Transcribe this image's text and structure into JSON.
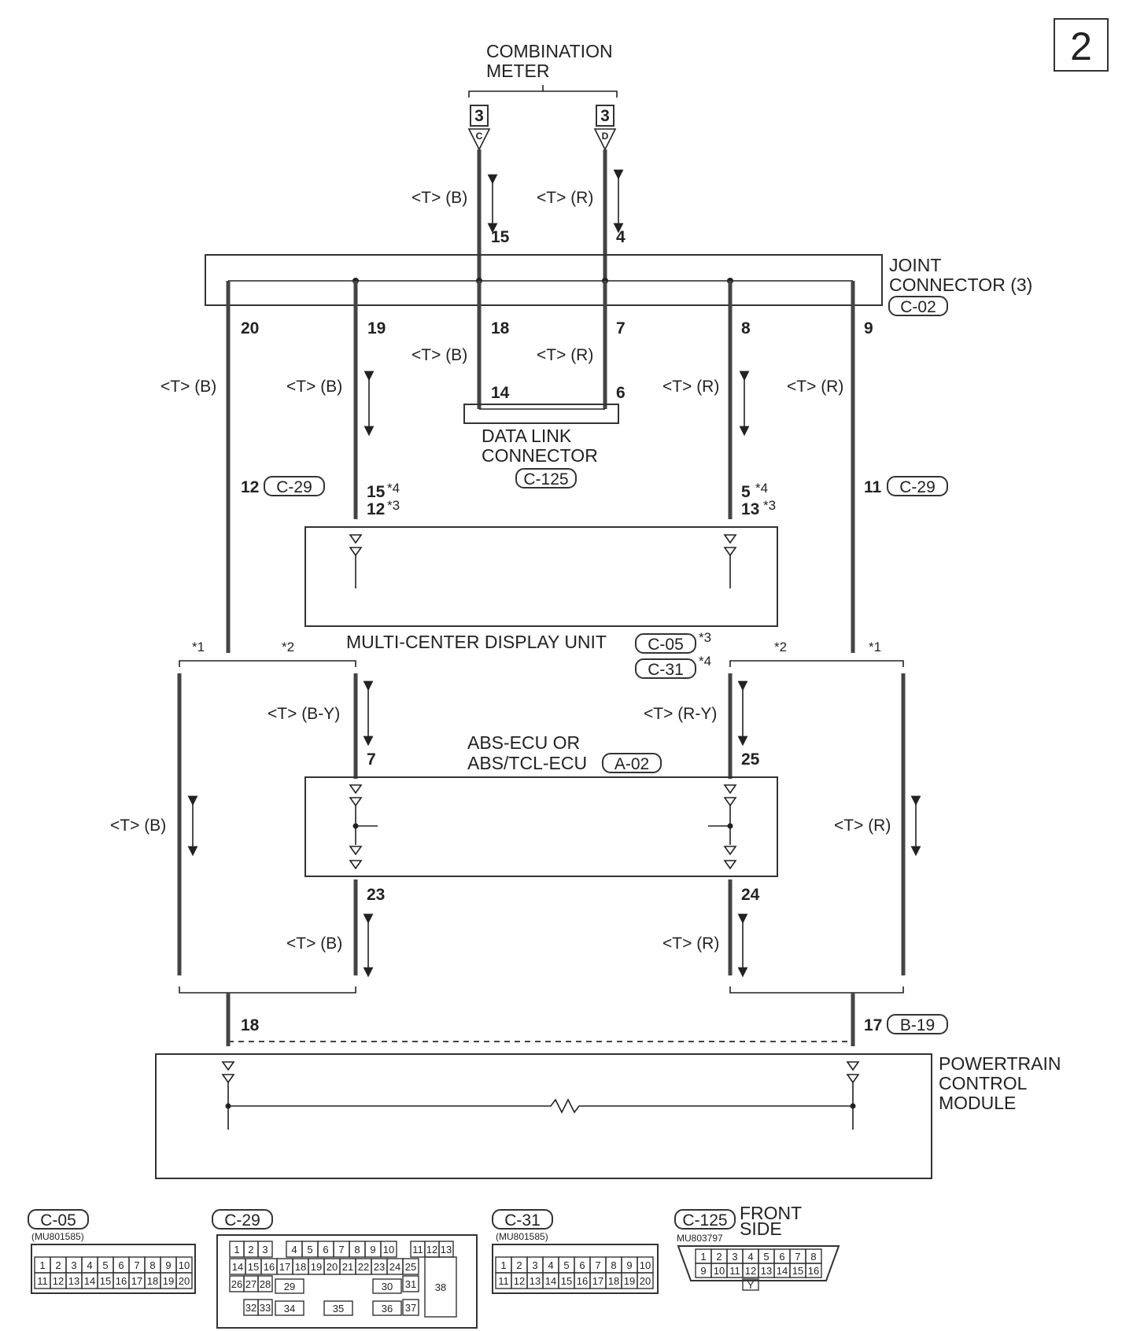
{
  "page_tag": "2",
  "components": {
    "combination_meter": [
      "COMBINATION",
      "METER"
    ],
    "joint_connector": [
      "JOINT",
      "CONNECTOR (3)"
    ],
    "joint_connector_code": "C-02",
    "data_link_connector": [
      "DATA LINK",
      "CONNECTOR"
    ],
    "data_link_connector_code": "C-125",
    "multi_center_display": "MULTI-CENTER DISPLAY UNIT",
    "mcd_code_1": "C-05",
    "mcd_code_2": "C-31",
    "abs_ecu": [
      "ABS-ECU OR",
      "ABS/TCL-ECU"
    ],
    "abs_code": "A-02",
    "pcm": [
      "POWERTRAIN",
      "CONTROL",
      "MODULE"
    ]
  },
  "meter_terminals": {
    "left_num": "3",
    "left_letter": "C",
    "right_num": "3",
    "right_letter": "D"
  },
  "pins": {
    "p15": "15",
    "p4": "4",
    "p20": "20",
    "p19": "19",
    "p18": "18",
    "p7": "7",
    "p8": "8",
    "p9": "9",
    "p14": "14",
    "p6": "6",
    "p12": "12",
    "p11": "11",
    "p15b": "15",
    "p12b": "12",
    "p5": "5",
    "p13": "13",
    "abs7": "7",
    "abs25": "25",
    "abs23": "23",
    "abs24": "24",
    "pcm18": "18",
    "pcm17": "17"
  },
  "connector_codes": {
    "c29_left": "C-29",
    "c29_right": "C-29",
    "b19": "B-19"
  },
  "stars": {
    "s1": "*1",
    "s2": "*2",
    "s3": "*3",
    "s4": "*4"
  },
  "wire_colors": {
    "tb": "<T> (B)",
    "tr": "<T> (R)",
    "tby": "<T> (B-Y)",
    "try": "<T> (R-Y)"
  },
  "connector_views": {
    "c05": {
      "code": "C-05",
      "part": "(MU801585)",
      "row1": [
        "1",
        "2",
        "3",
        "4",
        "5",
        "6",
        "7",
        "8",
        "9",
        "10"
      ],
      "row2": [
        "11",
        "12",
        "13",
        "14",
        "15",
        "16",
        "17",
        "18",
        "19",
        "20"
      ]
    },
    "c29": {
      "code": "C-29",
      "row1": [
        "1",
        "2",
        "3",
        "4",
        "5",
        "6",
        "7",
        "8",
        "9",
        "10",
        "11",
        "12",
        "13"
      ],
      "row2": [
        "14",
        "15",
        "16",
        "17",
        "18",
        "19",
        "20",
        "21",
        "22",
        "23",
        "24",
        "25"
      ],
      "row3": [
        "26",
        "27",
        "28",
        "29",
        "30",
        "31",
        "38"
      ],
      "row4": [
        "32",
        "33",
        "34",
        "35",
        "36",
        "37"
      ]
    },
    "c31": {
      "code": "C-31",
      "part": "(MU801585)",
      "row1": [
        "1",
        "2",
        "3",
        "4",
        "5",
        "6",
        "7",
        "8",
        "9",
        "10"
      ],
      "row2": [
        "11",
        "12",
        "13",
        "14",
        "15",
        "16",
        "17",
        "18",
        "19",
        "20"
      ]
    },
    "c125": {
      "code": "C-125",
      "part": "MU803797",
      "front": [
        "FRONT",
        "SIDE"
      ],
      "row1": [
        "1",
        "2",
        "3",
        "4",
        "5",
        "6",
        "7",
        "8"
      ],
      "row2": [
        "9",
        "10",
        "11",
        "12",
        "13",
        "14",
        "15",
        "16"
      ],
      "mark": "Y"
    }
  }
}
